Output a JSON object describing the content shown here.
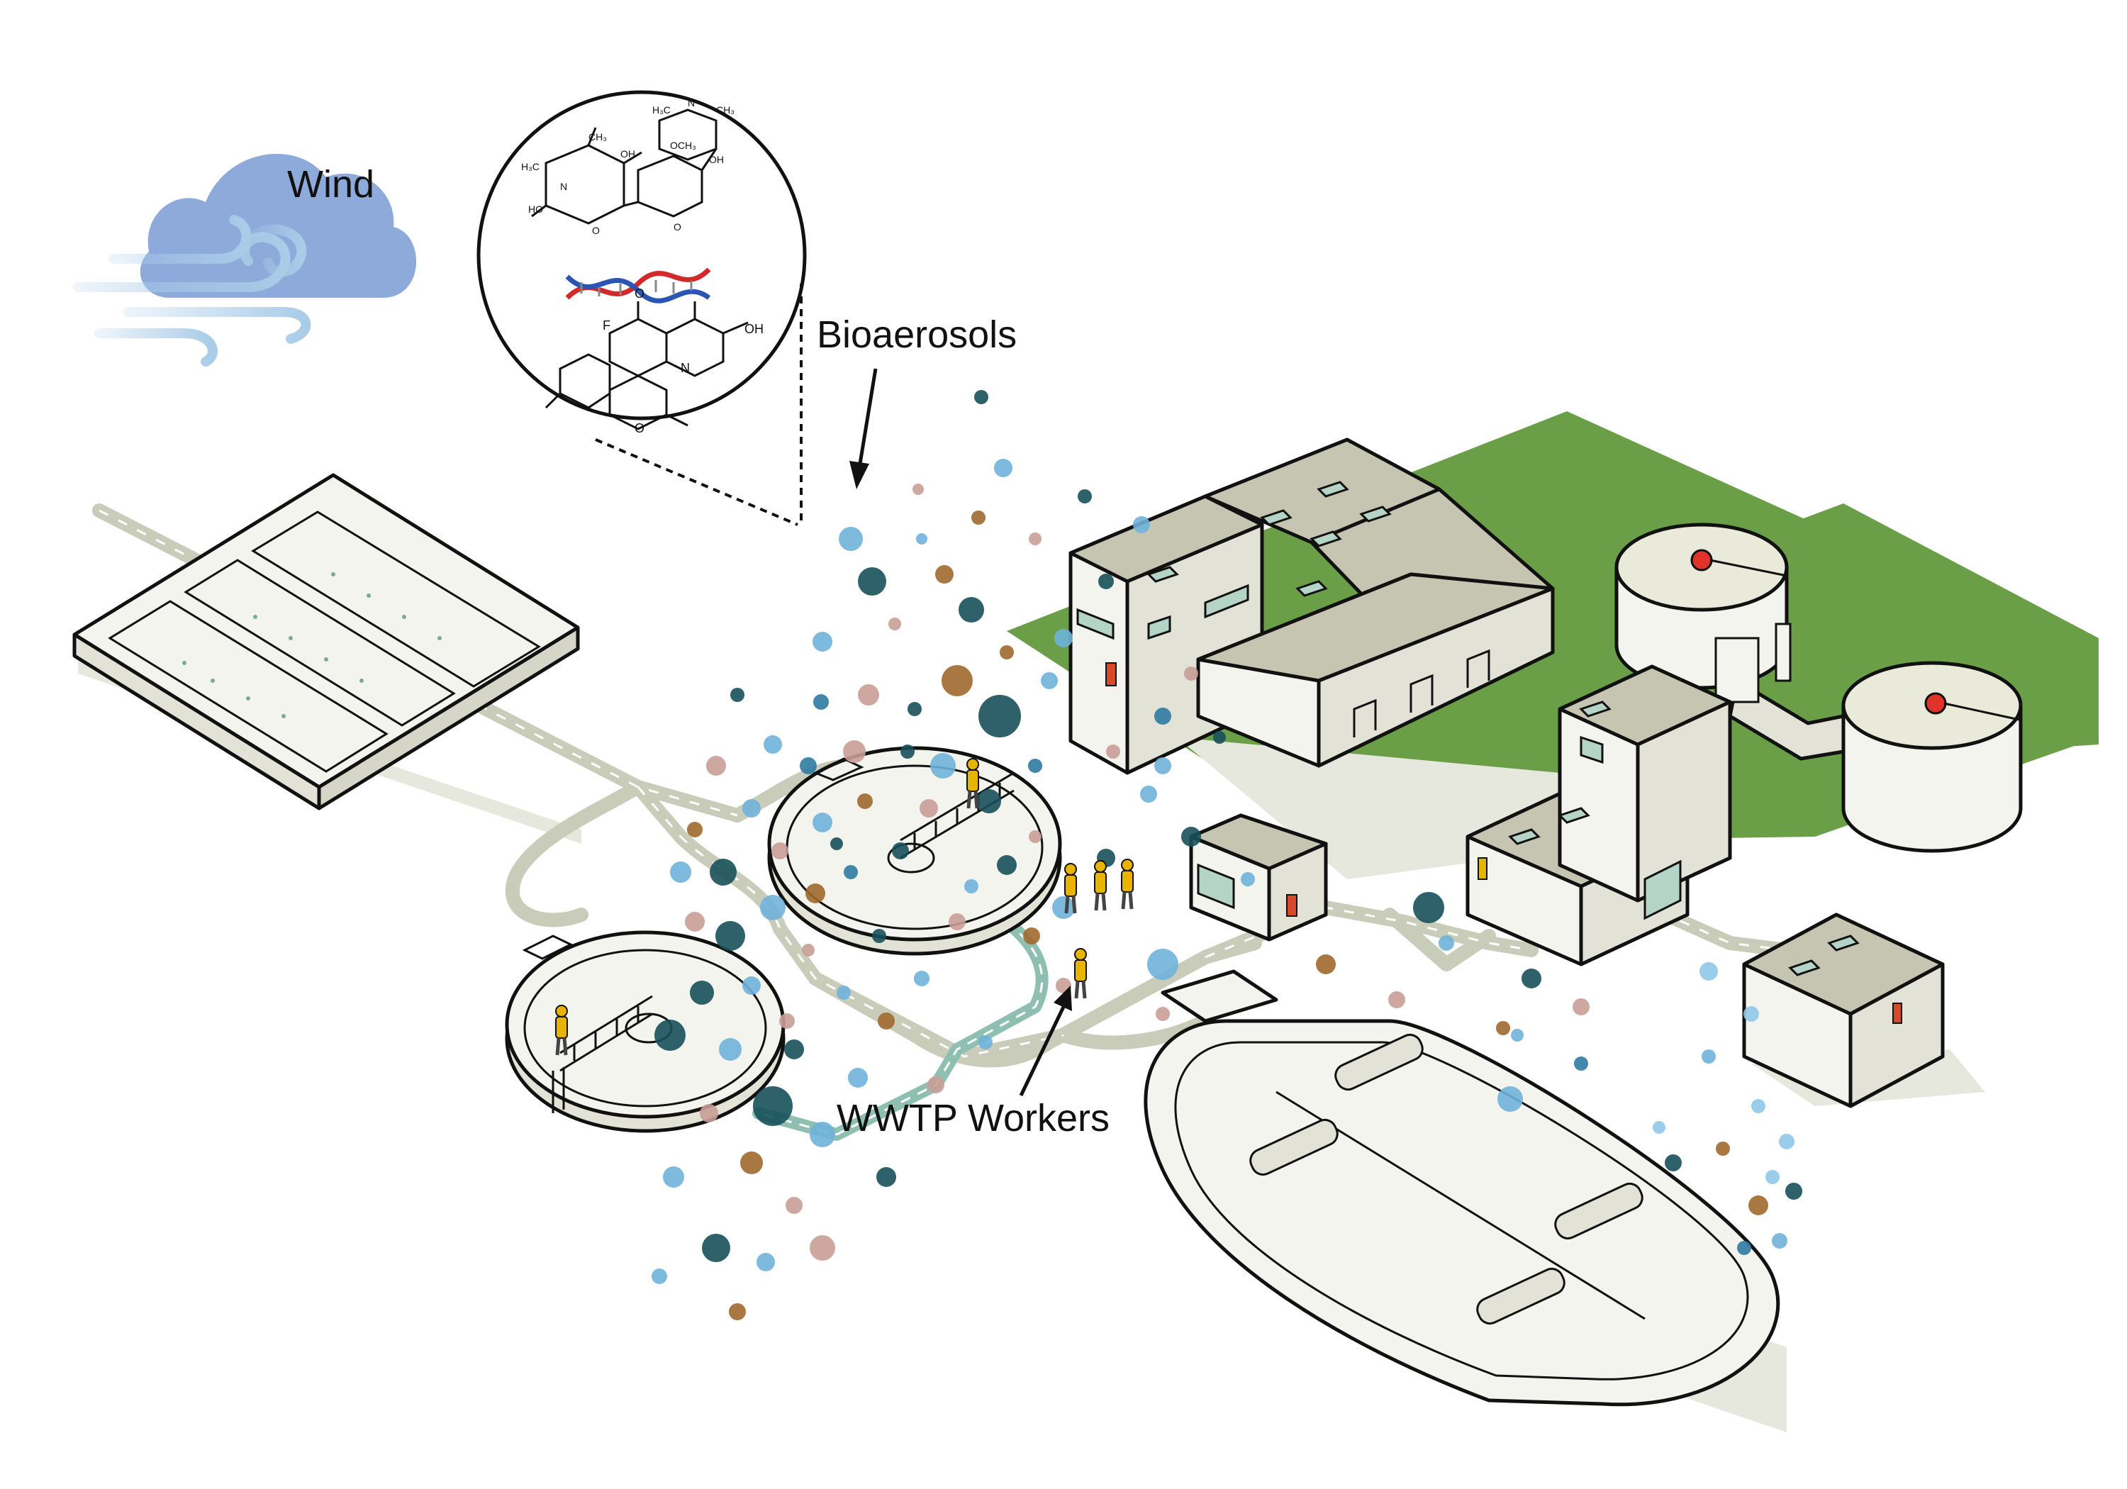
{
  "labels": {
    "wind": "Wind",
    "bioaerosols": "Bioaerosols",
    "workers": "WWTP Workers"
  },
  "inset": {
    "chem_top_left": [
      "H₃C",
      "CH₃",
      "HO",
      "OH",
      "N",
      "O"
    ],
    "chem_top_right": [
      "H₃C",
      "N",
      "CH₃",
      "OH",
      "O",
      "OCH₃"
    ],
    "chem_bottom": [
      "F",
      "O",
      "OH",
      "N",
      "O"
    ]
  },
  "colors": {
    "cloud": "#8eaadb",
    "wind_lines": "#a9cce8",
    "grass": "#6a9f48",
    "water": "#b4d4c8",
    "ground": "#cdd0c0",
    "path": "#c9ccb8",
    "pipe": "#8fbfb0",
    "building_wall": "#f4f4ee",
    "roof": "#c5c5b2",
    "tank_top": "#e9ead9",
    "valve": "#e0332a",
    "worker": "#e7b400",
    "dna_red": "#d22a2a",
    "dna_blue": "#2a55b4"
  },
  "particle_colors": [
    "#17505a",
    "#6fb3d9",
    "#c99d96",
    "#a0692e",
    "#2f7aa1",
    "#8fc8e8",
    "#d9c6a8"
  ],
  "particles": [
    [
      1384,
      560,
      10,
      0
    ],
    [
      1415,
      660,
      13,
      1
    ],
    [
      1200,
      760,
      17,
      1
    ],
    [
      1295,
      690,
      8,
      2
    ],
    [
      1230,
      820,
      20,
      0
    ],
    [
      1332,
      810,
      13,
      3
    ],
    [
      1160,
      905,
      14,
      1
    ],
    [
      1262,
      880,
      9,
      2
    ],
    [
      1370,
      860,
      18,
      0
    ],
    [
      1158,
      990,
      11,
      4
    ],
    [
      1090,
      1050,
      13,
      1
    ],
    [
      1225,
      980,
      15,
      2
    ],
    [
      1290,
      1000,
      10,
      0
    ],
    [
      1350,
      960,
      22,
      3
    ],
    [
      1410,
      1010,
      30,
      0
    ],
    [
      1480,
      960,
      12,
      1
    ],
    [
      1040,
      980,
      10,
      0
    ],
    [
      1010,
      1080,
      14,
      2
    ],
    [
      980,
      1170,
      11,
      3
    ],
    [
      1060,
      1140,
      13,
      1
    ],
    [
      1140,
      1080,
      12,
      4
    ],
    [
      1205,
      1060,
      16,
      2
    ],
    [
      1280,
      1060,
      10,
      0
    ],
    [
      1330,
      1080,
      18,
      1
    ],
    [
      960,
      1230,
      15,
      1
    ],
    [
      1020,
      1230,
      19,
      0
    ],
    [
      1100,
      1200,
      12,
      2
    ],
    [
      1160,
      1160,
      14,
      1
    ],
    [
      1220,
      1130,
      11,
      3
    ],
    [
      1310,
      1140,
      13,
      2
    ],
    [
      1395,
      1130,
      17,
      0
    ],
    [
      1460,
      1080,
      10,
      4
    ],
    [
      980,
      1300,
      14,
      2
    ],
    [
      1030,
      1320,
      21,
      0
    ],
    [
      1090,
      1280,
      18,
      1
    ],
    [
      1150,
      1260,
      14,
      3
    ],
    [
      1060,
      1390,
      13,
      1
    ],
    [
      990,
      1400,
      17,
      0
    ],
    [
      1140,
      1340,
      9,
      2
    ],
    [
      1200,
      1230,
      10,
      4
    ],
    [
      945,
      1460,
      22,
      0
    ],
    [
      1030,
      1480,
      16,
      1
    ],
    [
      1110,
      1440,
      11,
      2
    ],
    [
      1180,
      1190,
      9,
      0
    ],
    [
      1090,
      1560,
      28,
      0
    ],
    [
      1160,
      1600,
      18,
      1
    ],
    [
      1060,
      1640,
      16,
      3
    ],
    [
      1210,
      1520,
      14,
      1
    ],
    [
      1000,
      1570,
      13,
      2
    ],
    [
      950,
      1660,
      15,
      1
    ],
    [
      1250,
      1660,
      14,
      0
    ],
    [
      1120,
      1700,
      12,
      2
    ],
    [
      1010,
      1760,
      20,
      0
    ],
    [
      1080,
      1780,
      13,
      1
    ],
    [
      1160,
      1760,
      18,
      2
    ],
    [
      1040,
      1850,
      12,
      3
    ],
    [
      930,
      1800,
      11,
      1
    ],
    [
      1250,
      1440,
      12,
      3
    ],
    [
      1300,
      1380,
      11,
      1
    ],
    [
      1350,
      1300,
      12,
      2
    ],
    [
      1420,
      1220,
      14,
      0
    ],
    [
      1370,
      1250,
      10,
      1
    ],
    [
      1460,
      1180,
      9,
      2
    ],
    [
      1240,
      1320,
      10,
      0
    ],
    [
      1500,
      1280,
      16,
      1
    ],
    [
      1560,
      1210,
      13,
      0
    ],
    [
      1500,
      1390,
      11,
      2
    ],
    [
      1455,
      1320,
      12,
      3
    ],
    [
      1620,
      1120,
      12,
      1
    ],
    [
      1680,
      1180,
      14,
      0
    ],
    [
      1570,
      1060,
      10,
      2
    ],
    [
      1640,
      1010,
      12,
      4
    ],
    [
      1500,
      900,
      13,
      1
    ],
    [
      1420,
      920,
      10,
      3
    ],
    [
      1560,
      820,
      11,
      0
    ],
    [
      1610,
      740,
      12,
      1
    ],
    [
      1460,
      760,
      9,
      2
    ],
    [
      1530,
      700,
      10,
      0
    ],
    [
      1380,
      730,
      10,
      3
    ],
    [
      1300,
      760,
      8,
      1
    ],
    [
      1640,
      1360,
      22,
      1
    ],
    [
      1270,
      1200,
      12,
      0
    ],
    [
      1190,
      1400,
      10,
      1
    ],
    [
      1320,
      1530,
      12,
      2
    ],
    [
      1120,
      1480,
      14,
      0
    ],
    [
      1390,
      1470,
      10,
      1
    ],
    [
      2015,
      1280,
      22,
      0
    ],
    [
      1870,
      1360,
      14,
      3
    ],
    [
      1970,
      1410,
      12,
      2
    ],
    [
      2040,
      1330,
      11,
      1
    ],
    [
      2160,
      1380,
      14,
      0
    ],
    [
      2230,
      1420,
      12,
      2
    ],
    [
      2140,
      1460,
      9,
      1
    ],
    [
      2120,
      1450,
      10,
      3
    ],
    [
      2410,
      1370,
      13,
      5
    ],
    [
      2470,
      1430,
      11,
      5
    ],
    [
      2230,
      1500,
      10,
      4
    ],
    [
      2130,
      1550,
      18,
      1
    ],
    [
      2410,
      1490,
      10,
      1
    ],
    [
      2480,
      1560,
      10,
      5
    ],
    [
      2340,
      1590,
      9,
      5
    ],
    [
      2360,
      1640,
      12,
      0
    ],
    [
      2520,
      1610,
      11,
      5
    ],
    [
      2430,
      1620,
      10,
      3
    ],
    [
      2480,
      1700,
      14,
      3
    ],
    [
      2500,
      1660,
      10,
      5
    ],
    [
      2530,
      1680,
      12,
      0
    ],
    [
      2510,
      1750,
      11,
      1
    ],
    [
      2460,
      1760,
      10,
      4
    ],
    [
      1640,
      1430,
      10,
      2
    ],
    [
      1760,
      1240,
      10,
      1
    ],
    [
      1640,
      1080,
      12,
      1
    ],
    [
      1680,
      950,
      10,
      2
    ],
    [
      1720,
      1040,
      9,
      0
    ]
  ]
}
